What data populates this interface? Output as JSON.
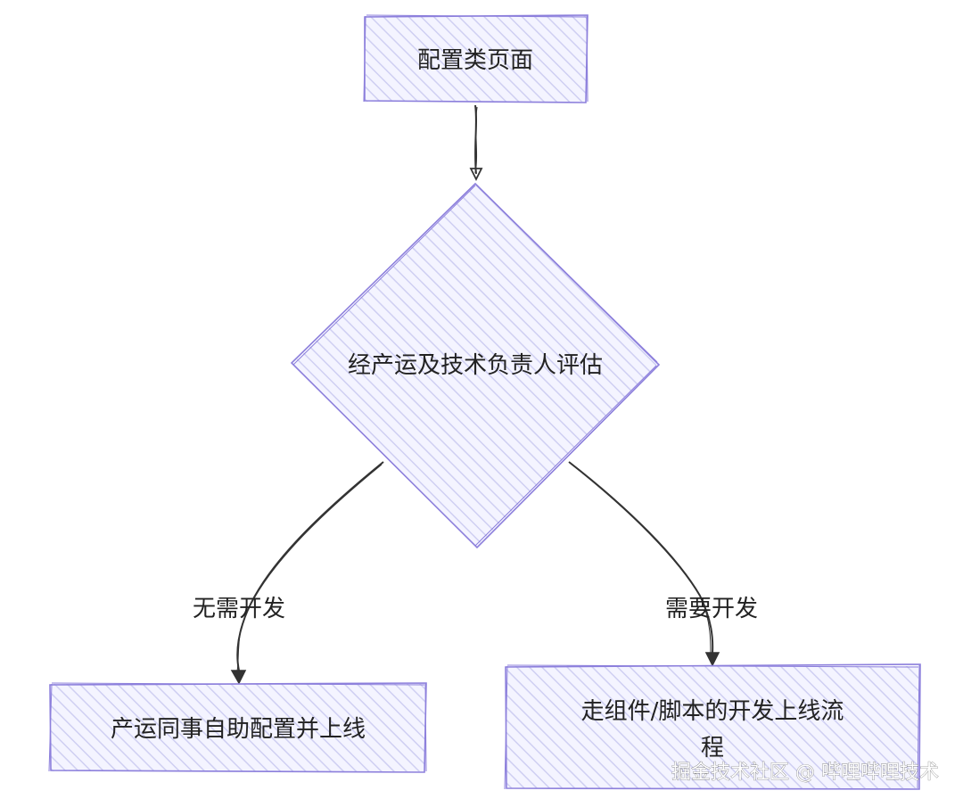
{
  "nodes": {
    "config_page": {
      "label": "配置类页面"
    },
    "evaluation": {
      "label": "经产运及技术负责人评估"
    },
    "self_service": {
      "label": "产运同事自助配置并上线"
    },
    "dev_process": {
      "line1": "走组件/脚本的开发上线流",
      "line2": "程"
    }
  },
  "edges": {
    "no_dev": {
      "label": "无需开发"
    },
    "need_dev": {
      "label": "需要开发"
    }
  },
  "watermark": {
    "text": "掘金技术社区 @ 哔哩哔哩技术"
  },
  "colors": {
    "node_fill": "#ececff",
    "node_stroke": "#9370db",
    "hatch": "#c9c9f0",
    "edge": "#333333"
  }
}
